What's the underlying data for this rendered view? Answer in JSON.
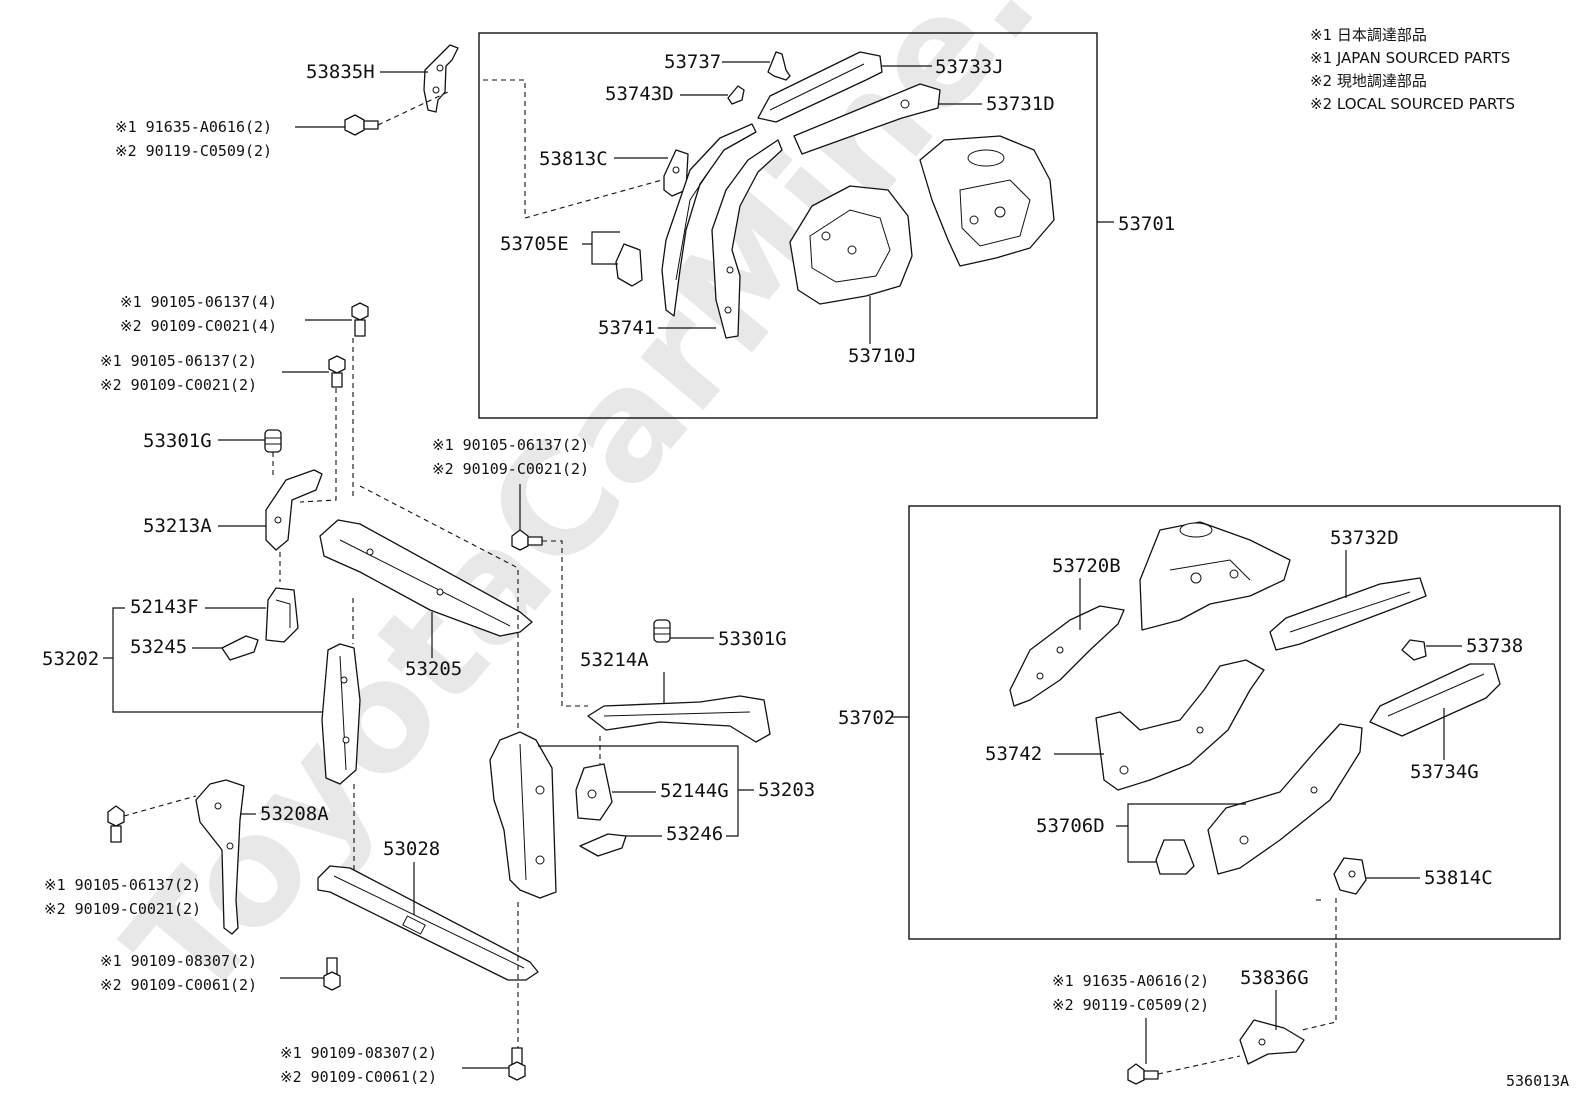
{
  "watermark": "ToyotaCarMine.ru",
  "legend": [
    "※1 日本調達部品",
    "※1 JAPAN SOURCED PARTS",
    "※2 現地調達部品",
    "※2 LOCAL SOURCED PARTS"
  ],
  "diagram_id": "536013A",
  "labels": {
    "p53835H": "53835H",
    "b1_l1": "※1 91635-A0616(2)",
    "b1_l2": "※2 90119-C0509(2)",
    "p53737": "53737",
    "p53743D": "53743D",
    "p53733J": "53733J",
    "p53731D": "53731D",
    "p53813C": "53813C",
    "p53705E": "53705E",
    "p53741": "53741",
    "p53710J": "53710J",
    "p53701": "53701",
    "b2_l1": "※1 90105-06137(4)",
    "b2_l2": "※2 90109-C0021(4)",
    "b3_l1": "※1 90105-06137(2)",
    "b3_l2": "※2 90109-C0021(2)",
    "p53301G_a": "53301G",
    "p53213A": "53213A",
    "b4_l1": "※1 90105-06137(2)",
    "b4_l2": "※2 90109-C0021(2)",
    "p52143F": "52143F",
    "p53245": "53245",
    "p53202": "53202",
    "p53205": "53205",
    "p53301G_b": "53301G",
    "p53214A": "53214A",
    "p52144G": "52144G",
    "p53203": "53203",
    "p53246": "53246",
    "p53208A": "53208A",
    "p53028": "53028",
    "b5_l1": "※1 90105-06137(2)",
    "b5_l2": "※2 90109-C0021(2)",
    "b6_l1": "※1 90109-08307(2)",
    "b6_l2": "※2 90109-C0061(2)",
    "b7_l1": "※1 90109-08307(2)",
    "b7_l2": "※2 90109-C0061(2)",
    "p53720B": "53720B",
    "p53732D": "53732D",
    "p53738": "53738",
    "p53702": "53702",
    "p53742": "53742",
    "p53734G": "53734G",
    "p53706D": "53706D",
    "p53814C": "53814C",
    "b8_l1": "※1 91635-A0616(2)",
    "b8_l2": "※2 90119-C0509(2)",
    "p53836G": "53836G"
  }
}
